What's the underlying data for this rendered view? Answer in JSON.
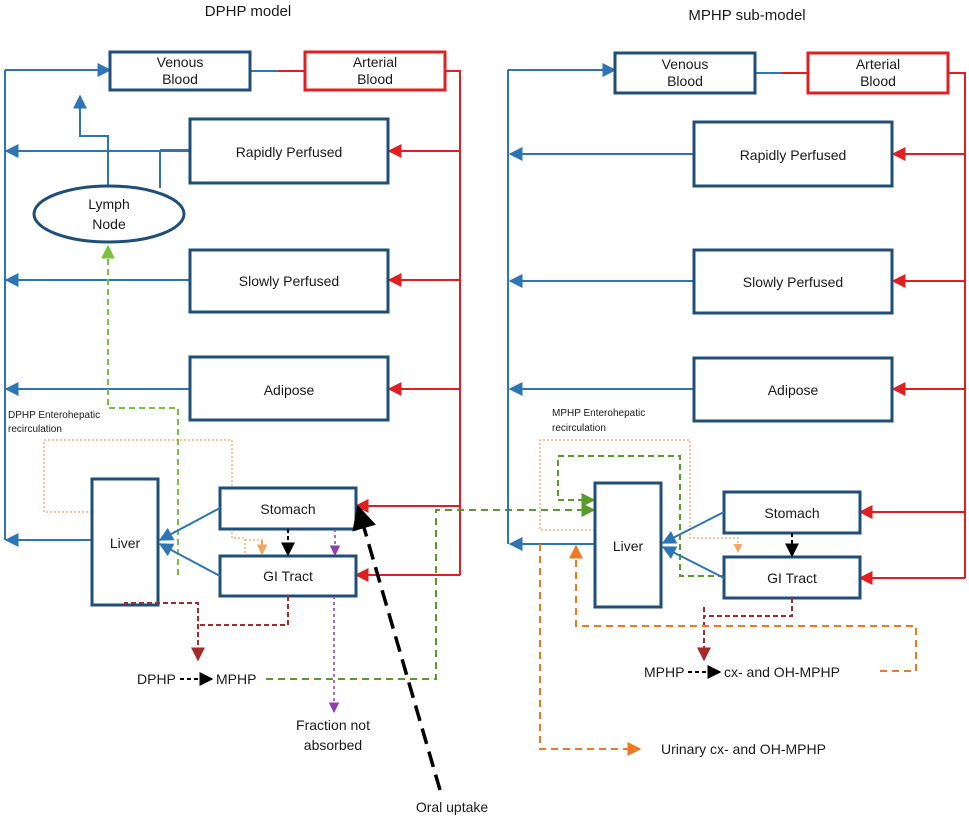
{
  "dphp": {
    "title": "DPHP model",
    "venous": [
      "Venous",
      "Blood"
    ],
    "arterial": [
      "Arterial",
      "Blood"
    ],
    "rapidly": "Rapidly Perfused",
    "lymph": [
      "Lymph",
      "Node"
    ],
    "slowly": "Slowly Perfused",
    "adipose": "Adipose",
    "enterohepatic": [
      "DPHP Enterohepatic",
      "recirculation"
    ],
    "liver": "Liver",
    "stomach": "Stomach",
    "gi": "GI Tract",
    "metab_from": "DPHP",
    "metab_to": "MPHP",
    "fraction": [
      "Fraction not",
      "absorbed"
    ],
    "oral": "Oral uptake"
  },
  "mphp": {
    "title": "MPHP   sub-model",
    "venous": [
      "Venous",
      "Blood"
    ],
    "arterial": [
      "Arterial",
      "Blood"
    ],
    "rapidly": "Rapidly Perfused",
    "slowly": "Slowly Perfused",
    "adipose": "Adipose",
    "enterohepatic": [
      "MPHP Enterohepatic",
      "recirculation"
    ],
    "liver": "Liver",
    "stomach": "Stomach",
    "gi": "GI Tract",
    "metab_from": "MPHP",
    "metab_to": "cx- and OH-MPHP",
    "urinary": "Urinary cx- and OH-MPHP"
  },
  "colors": {
    "box_border": "#1f4e79",
    "venous_flow": "#2e75b6",
    "arterial_flow": "#e02020",
    "lymph_flow": "#7ac142",
    "mphp_transfer": "#5a9a2a",
    "enterohepatic": "#f4a460",
    "metabolism": "#a52a2a",
    "unabsorbed": "#8b3fb0",
    "urinary": "#f07820",
    "oral": "#000000"
  }
}
